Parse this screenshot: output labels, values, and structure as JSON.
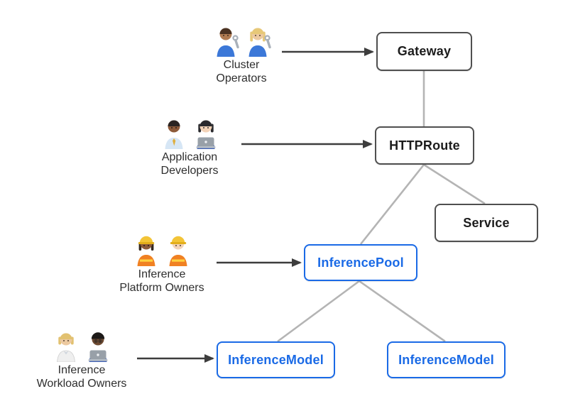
{
  "diagram": {
    "type": "architecture-diagram",
    "background": "#ffffff",
    "actors": [
      {
        "name": "Cluster Operators",
        "label_line1": "Cluster",
        "label_line2": "Operators",
        "icons": [
          "man-mechanic",
          "woman-mechanic"
        ],
        "points_to": "Gateway"
      },
      {
        "name": "Application Developers",
        "label_line1": "Application",
        "label_line2": "Developers",
        "icons": [
          "man-office-worker",
          "woman-technologist"
        ],
        "points_to": "HTTPRoute"
      },
      {
        "name": "Inference Platform Owners",
        "label_line1": "Inference",
        "label_line2": "Platform Owners",
        "icons": [
          "woman-construction-worker",
          "man-construction-worker"
        ],
        "points_to": "InferencePool"
      },
      {
        "name": "Inference Workload Owners",
        "label_line1": "Inference",
        "label_line2": "Workload Owners",
        "icons": [
          "person-white-coat",
          "man-technologist"
        ],
        "points_to": "InferenceModel"
      }
    ],
    "nodes": [
      {
        "id": "gateway",
        "label": "Gateway",
        "style": "dark"
      },
      {
        "id": "httproute",
        "label": "HTTPRoute",
        "style": "dark"
      },
      {
        "id": "service",
        "label": "Service",
        "style": "dark"
      },
      {
        "id": "inferencepool",
        "label": "InferencePool",
        "style": "blue"
      },
      {
        "id": "inferencemodel-left",
        "label": "InferenceModel",
        "style": "blue"
      },
      {
        "id": "inferencemodel-right",
        "label": "InferenceModel",
        "style": "blue"
      }
    ],
    "edges": [
      {
        "from": "Gateway",
        "to": "HTTPRoute"
      },
      {
        "from": "HTTPRoute",
        "to": "Service"
      },
      {
        "from": "HTTPRoute",
        "to": "InferencePool"
      },
      {
        "from": "InferencePool",
        "to": "InferenceModel (left)"
      },
      {
        "from": "InferencePool",
        "to": "InferenceModel (right)"
      }
    ],
    "colors": {
      "dark_node_border": "#4f4f4f",
      "dark_node_text": "#1c1c1c",
      "blue_node": "#1a6ae6",
      "connector_gray": "#b4b4b4",
      "arrow_dark": "#3d3d3d",
      "background": "#ffffff"
    }
  }
}
